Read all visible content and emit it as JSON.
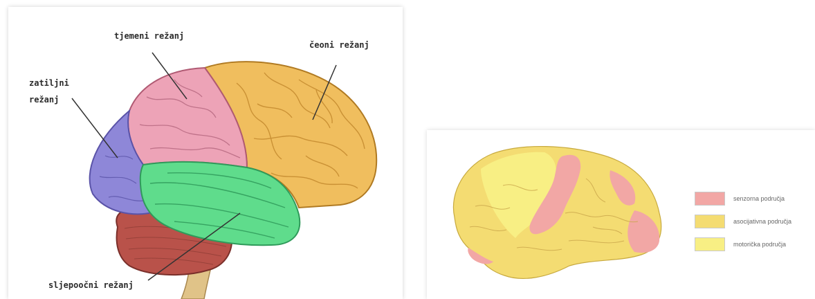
{
  "brain_lobes": {
    "parietal": "tjemeni režanj",
    "frontal": "čeoni režanj",
    "occipital_line1": "zatiljni",
    "occipital_line2": "režanj",
    "temporal": "sljepoočni režanj"
  },
  "legend": {
    "sensory": "senzorna područja",
    "association": "asocijativna područja",
    "motor": "motorička područja"
  },
  "colors": {
    "frontal": "#f0be5e",
    "parietal": "#eda3b7",
    "occipital": "#8e87d8",
    "temporal": "#5fdc8c",
    "cerebellum": "#b9524a",
    "brainstem": "#e0c388",
    "sensory": "#f2a7a5",
    "association": "#f4dc72",
    "motor": "#f8ef84"
  }
}
